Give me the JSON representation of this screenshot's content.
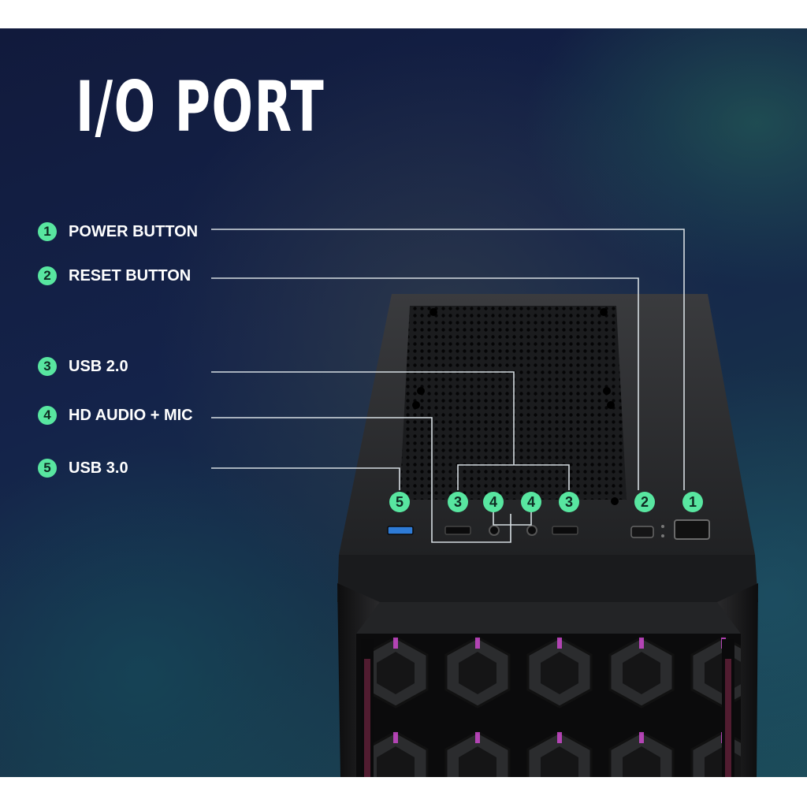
{
  "title": "I/O PORT",
  "legend": [
    {
      "number": "1",
      "label": "POWER BUTTON"
    },
    {
      "number": "2",
      "label": "RESET BUTTON"
    },
    {
      "number": "3",
      "label": "USB 2.0"
    },
    {
      "number": "4",
      "label": "HD AUDIO + MIC"
    },
    {
      "number": "5",
      "label": "USB 3.0"
    }
  ],
  "markers": [
    "5",
    "3",
    "4",
    "4",
    "3",
    "2",
    "1"
  ],
  "colors": {
    "accent": "#58e6a0",
    "usb3_port": "#2e7bd6",
    "fan_glow": "#d44ad6",
    "leader_line": "#d6dde2"
  }
}
